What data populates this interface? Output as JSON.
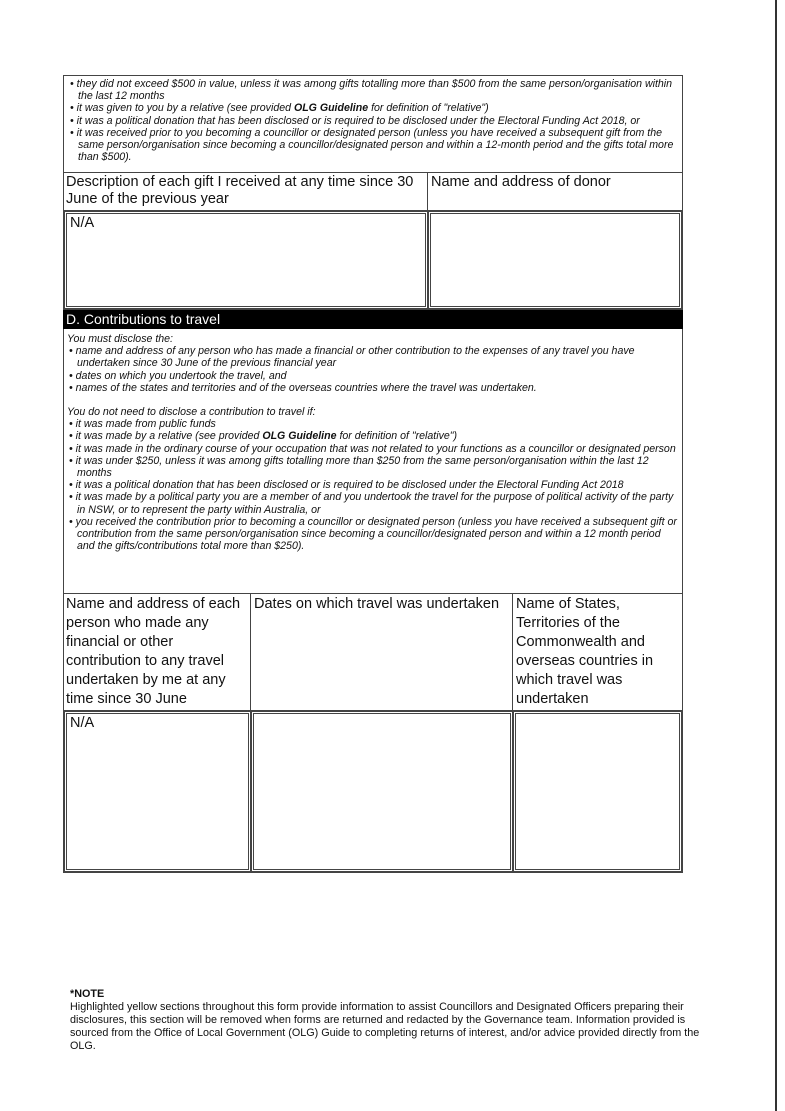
{
  "gifts_section": {
    "exemptions": [
      "they did not exceed $500 in value, unless it was among gifts totalling more than $500 from the same person/organisation within the last 12 months",
      "it was given to you by a relative (see provided ",
      "it was a political donation that has been disclosed or is required to be disclosed under the Electoral Funding Act 2018, or",
      "it was received prior to you becoming a councillor or designated person (unless you have received a subsequent gift from the same person/organisation since becoming a councillor/designated person and within a 12-month period and the gifts total more than $500)."
    ],
    "relative_bold": "OLG Guideline",
    "relative_tail": " for definition of \"relative\")",
    "col_description": "Description of each gift I received at any time since 30 June of the previous year",
    "col_donor": "Name and address of donor",
    "value_description": "N/A"
  },
  "travel_section": {
    "title": "D. Contributions to travel",
    "must_intro": "You must disclose the:",
    "must_items": [
      "name and address of any person who has made a financial or other contribution to the expenses of any travel you have undertaken since 30 June of the previous financial year",
      "dates on which you undertook the travel, and",
      "names of the states and territories and of the overseas countries where the travel was undertaken."
    ],
    "not_intro": "You do not need to disclose a contribution to travel if:",
    "not_items": [
      "it was made from public funds",
      "it was made by a relative (see provided ",
      "it was made in the ordinary course of your occupation that was not related to your functions as a councillor or designated person",
      "it was under $250, unless it was among gifts totalling more than $250 from the same person/organisation within the last 12 months",
      "it was a political donation that has been disclosed or is required to be disclosed under the Electoral Funding Act 2018",
      "it was made by a political party you are a member of and you undertook the travel for the purpose of political activity of the party in NSW, or to represent the party within Australia, or",
      "you received the contribution prior to becoming a councillor or designated person (unless you have received a subsequent gift or contribution from the same person/organisation since becoming a councillor/designated person and within a 12 month period and the gifts/contributions total more than $250)."
    ],
    "relative_bold": "OLG Guideline",
    "relative_tail": " for definition of \"relative\")",
    "col_contributor": "Name and address of each person who made any financial or other contribution to any travel undertaken by me at any time since 30 June",
    "col_dates": "Dates on which travel was undertaken",
    "col_places": "Name of States, Territories of the Commonwealth and overseas countries in which travel was undertaken",
    "value_contributor": "N/A"
  },
  "note": {
    "heading": "*NOTE",
    "body": "Highlighted yellow sections throughout this form provide information to assist Councillors and Designated Officers preparing their disclosures, this section will be removed when forms are returned and redacted by the Governance team. Information provided is sourced from the Office of Local Government (OLG) Guide to completing returns of interest, and/or advice provided directly from the OLG."
  }
}
